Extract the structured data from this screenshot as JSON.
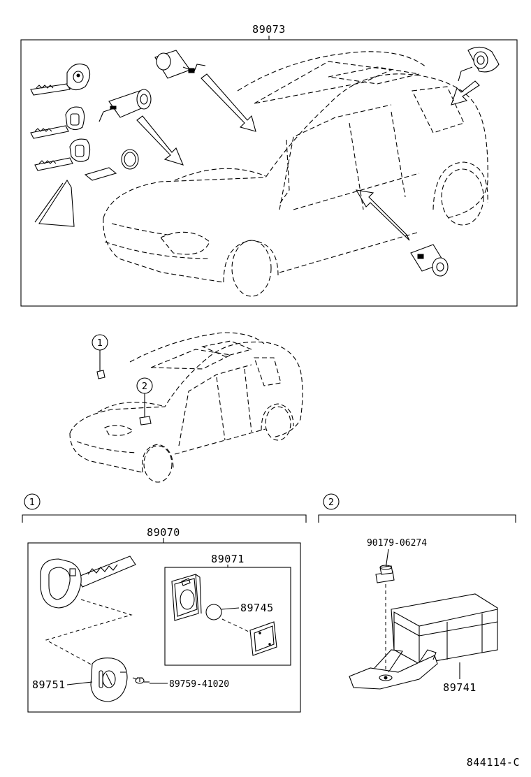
{
  "labels": {
    "main_assembly": "89073",
    "key_set": "89070",
    "lock_set": "89071",
    "part_89745": "89745",
    "part_89751": "89751",
    "screw": "89759-41020",
    "nut": "90179-06274",
    "module": "89741",
    "drawing_id": "844114-C"
  },
  "callouts": {
    "one": "1",
    "two": "2"
  }
}
